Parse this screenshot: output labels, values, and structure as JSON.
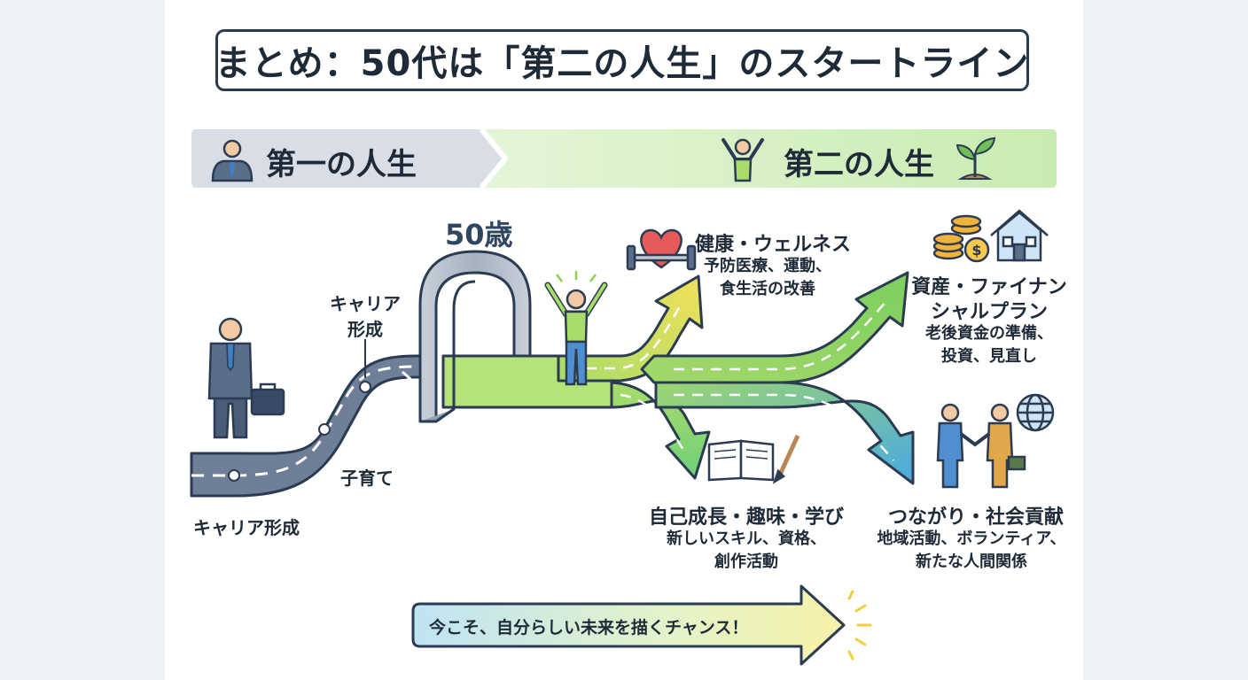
{
  "title": "まとめ：50代は「第二の人生」のスタートライン",
  "banner": {
    "first_life": "第一の人生",
    "second_life": "第二の人生"
  },
  "age_label": "50歳",
  "career_path": {
    "career_formation_upper": "キャリア形成",
    "child_rearing": "子育て",
    "career_formation_bottom": "キャリア形成"
  },
  "branches": {
    "health": {
      "title": "健康・ウェルネス",
      "desc_line1": "予防医療、運動、",
      "desc_line2": "食生活の改善"
    },
    "finance": {
      "title_line1": "資産・ファイナン",
      "title_line2": "シャルプラン",
      "desc_line1": "老後資金の準備、",
      "desc_line2": "投資、見直し"
    },
    "growth": {
      "title": "自己成長・趣味・学び",
      "desc_line1": "新しいスキル、資格、",
      "desc_line2": "創作活動"
    },
    "social": {
      "title": "つながり・社会貢献",
      "desc_line1": "地域活動、ボランティア、",
      "desc_line2": "新たな人間関係"
    }
  },
  "cta": "今こそ、自分らしい未来を描くチャンス！"
}
